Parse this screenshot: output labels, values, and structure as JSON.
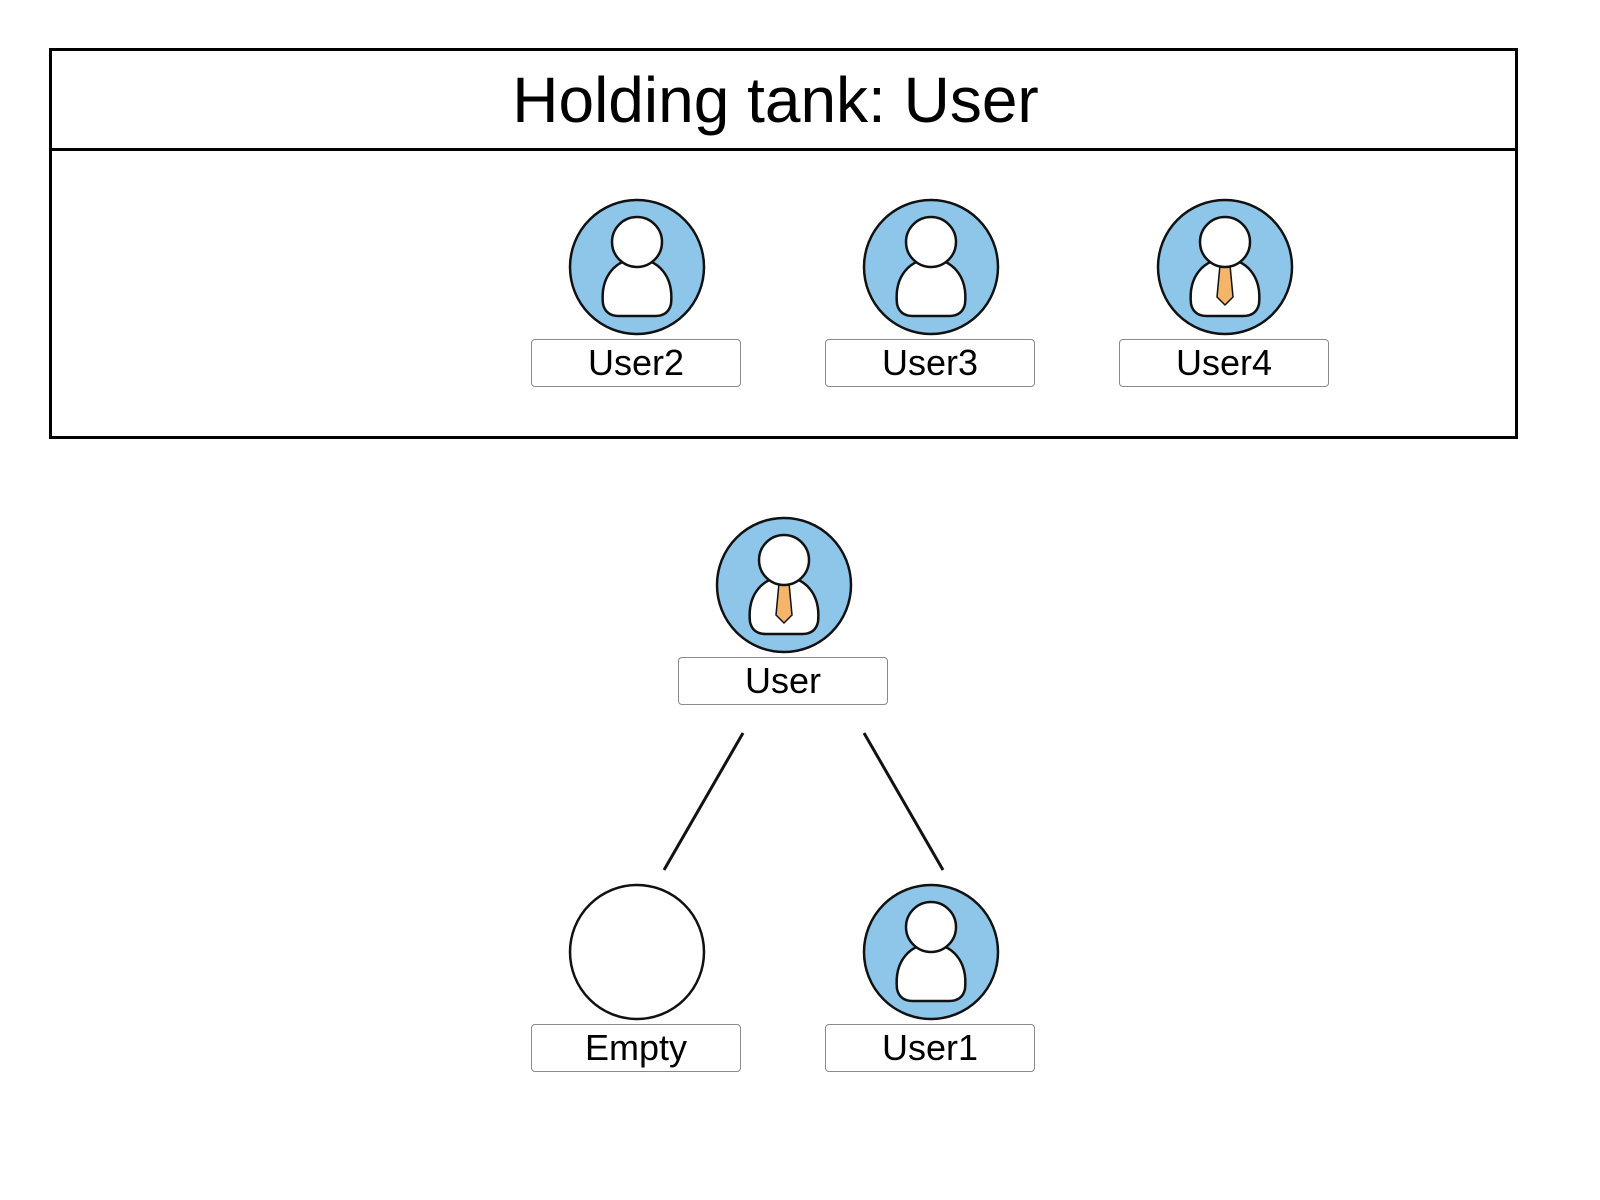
{
  "tank": {
    "title": "Holding tank: User"
  },
  "queue": [
    {
      "label": "User2",
      "icon": "user-avatar-icon",
      "tie": false
    },
    {
      "label": "User3",
      "icon": "user-avatar-icon",
      "tie": false
    },
    {
      "label": "User4",
      "icon": "manager-avatar-icon",
      "tie": true
    }
  ],
  "tree": {
    "root": {
      "label": "User",
      "icon": "manager-avatar-icon",
      "tie": true
    },
    "left": {
      "label": "Empty",
      "icon": "empty-circle-icon"
    },
    "right": {
      "label": "User1",
      "icon": "user-avatar-icon",
      "tie": false
    }
  },
  "colors": {
    "avatar_fill": "#8ec6ea",
    "tie_fill": "#f4b46a",
    "line": "#111111"
  }
}
